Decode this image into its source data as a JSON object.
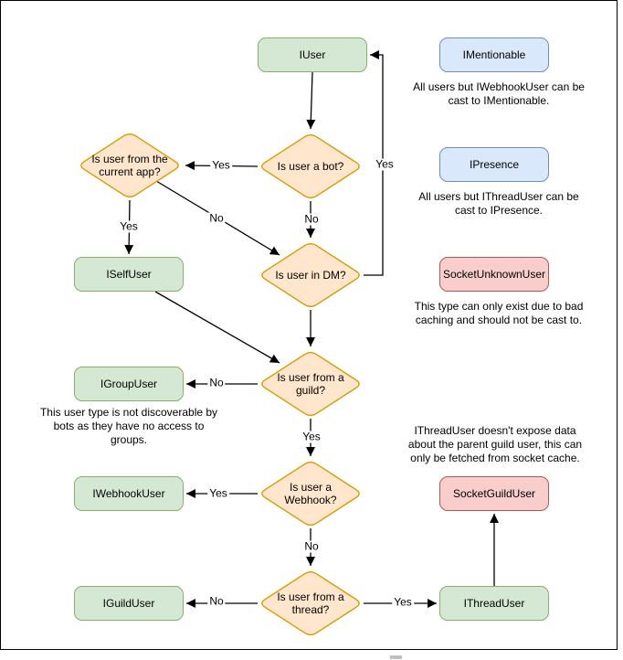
{
  "nodes": {
    "iuser": {
      "label": "IUser",
      "color": "green"
    },
    "imentionable": {
      "label": "IMentionable",
      "color": "blue"
    },
    "ipresence": {
      "label": "IPresence",
      "color": "blue"
    },
    "socketunknownuser": {
      "label": "SocketUnknownUser",
      "color": "red"
    },
    "iselfuser": {
      "label": "ISelfUser",
      "color": "green"
    },
    "igroupuser": {
      "label": "IGroupUser",
      "color": "green"
    },
    "iwebhookuser": {
      "label": "IWebhookUser",
      "color": "green"
    },
    "socketguilduser": {
      "label": "SocketGuildUser",
      "color": "red"
    },
    "iguilduser": {
      "label": "IGuildUser",
      "color": "green"
    },
    "ithreaduser": {
      "label": "IThreadUser",
      "color": "green"
    }
  },
  "decisions": {
    "current_app": {
      "label": "Is user from the current app?"
    },
    "is_bot": {
      "label": "Is user a bot?"
    },
    "in_dm": {
      "label": "Is user in DM?"
    },
    "from_guild": {
      "label": "Is user from a guild?"
    },
    "is_webhook": {
      "label": "Is user a Webhook?"
    },
    "from_thread": {
      "label": "Is user from a thread?"
    }
  },
  "notes": {
    "mentionable": "All users but IWebhookUser can be cast to IMentionable.",
    "presence": "All users but IThreadUser can be cast to IPresence.",
    "unknown": "This type can only exist due to bad caching and should not be cast to.",
    "group": "This user type is not discoverable by bots as they have no access to groups.",
    "thread": "IThreadUser doesn't expose data about the parent guild user, this can only be fetched from socket cache."
  },
  "edges": {
    "iuser_to_bot": {
      "from": "IUser",
      "to": "Is user a bot?",
      "label": ""
    },
    "bot_to_currentapp": {
      "from": "Is user a bot?",
      "to": "Is user from the current app?",
      "label": "Yes"
    },
    "bot_to_dm": {
      "from": "Is user a bot?",
      "to": "Is user in DM?",
      "label": "No"
    },
    "currentapp_to_dm": {
      "from": "Is user from the current app?",
      "to": "Is user in DM?",
      "label": "No"
    },
    "currentapp_to_selfuser": {
      "from": "Is user from the current app?",
      "to": "ISelfUser",
      "label": "Yes"
    },
    "dm_to_iuser": {
      "from": "Is user in DM?",
      "to": "IUser",
      "label": "Yes"
    },
    "selfuser_to_guild": {
      "from": "ISelfUser",
      "to": "Is user from a guild?",
      "label": ""
    },
    "dm_to_guild": {
      "from": "Is user in DM?",
      "to": "Is user from a guild?",
      "label": ""
    },
    "guild_to_groupuser": {
      "from": "Is user from a guild?",
      "to": "IGroupUser",
      "label": "No"
    },
    "guild_to_webhook": {
      "from": "Is user from a guild?",
      "to": "Is user a Webhook?",
      "label": "Yes"
    },
    "webhook_to_webhookuser": {
      "from": "Is user a Webhook?",
      "to": "IWebhookUser",
      "label": "Yes"
    },
    "webhook_to_thread": {
      "from": "Is user a Webhook?",
      "to": "Is user from a thread?",
      "label": "No"
    },
    "thread_to_guilduser": {
      "from": "Is user from a thread?",
      "to": "IGuildUser",
      "label": "No"
    },
    "thread_to_threaduser": {
      "from": "Is user from a thread?",
      "to": "IThreadUser",
      "label": "Yes"
    },
    "threaduser_to_socketguilduser": {
      "from": "IThreadUser",
      "to": "SocketGuildUser",
      "label": ""
    }
  },
  "palette": {
    "green_fill": "#d5e8d4",
    "green_stroke": "#82b366",
    "blue_fill": "#dae8fc",
    "blue_stroke": "#6c8ebf",
    "red_fill": "#f8cecc",
    "red_stroke": "#b85450",
    "orange_fill": "#ffe6cc",
    "orange_stroke": "#d79b00",
    "line": "#000000",
    "background": "#ffffff"
  }
}
